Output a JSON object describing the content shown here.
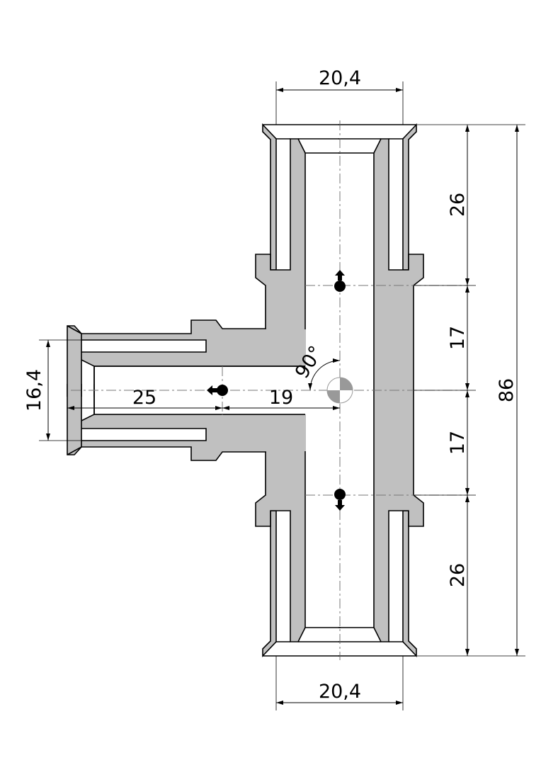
{
  "drawing": {
    "title": "Press-fit tee fitting cross-section",
    "dimensions": {
      "top_width": "20,4",
      "bottom_width": "20,4",
      "branch_diameter": "16,4",
      "branch_length_outer": "25",
      "branch_length_inner": "19",
      "upper_socket": "26",
      "upper_center": "17",
      "lower_center": "17",
      "lower_socket": "26",
      "overall_length": "86",
      "angle": "90°"
    },
    "colors": {
      "section_fill": "#c0c0c0",
      "line": "#000000",
      "centerline": "#777777"
    }
  }
}
